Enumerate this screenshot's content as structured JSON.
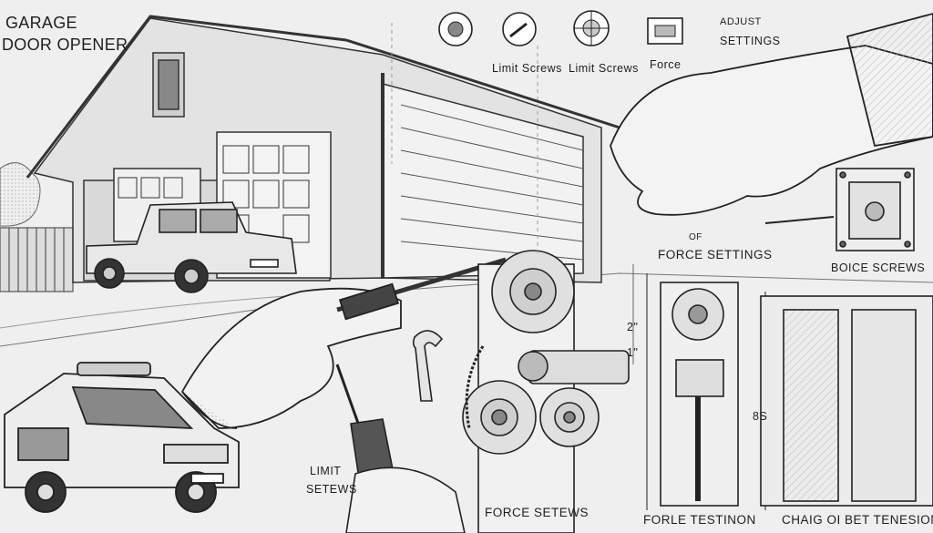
{
  "title": {
    "line1": "GARAGE",
    "line2": "DOOR OPENER"
  },
  "icons": [
    {
      "name": "limit-screw-knob-icon"
    },
    {
      "name": "limit-screwdriver-icon"
    },
    {
      "name": "force-wheel-icon"
    },
    {
      "name": "force-bracket-icon"
    }
  ],
  "labels": {
    "limit_screws_1": "Limit Screws",
    "limit_screws_2": "Limit Screws",
    "force": "Force",
    "adjust": "ADJUST",
    "settings": "SETTINGS",
    "of": "OF",
    "force_settings": "FORCE SETTINGS",
    "boice_screws": "BOICE SCREWS",
    "limit": "LIMIT",
    "setews": "SETEWS",
    "force_setews": "FORCE SETEWS",
    "forle_testinon": "FORLE TESTINON",
    "chaig_bet_tension": "CHAIG OI BET TENESION",
    "dim_2": "2\"",
    "dim_1": "1\"",
    "dim_8s": "8S"
  }
}
